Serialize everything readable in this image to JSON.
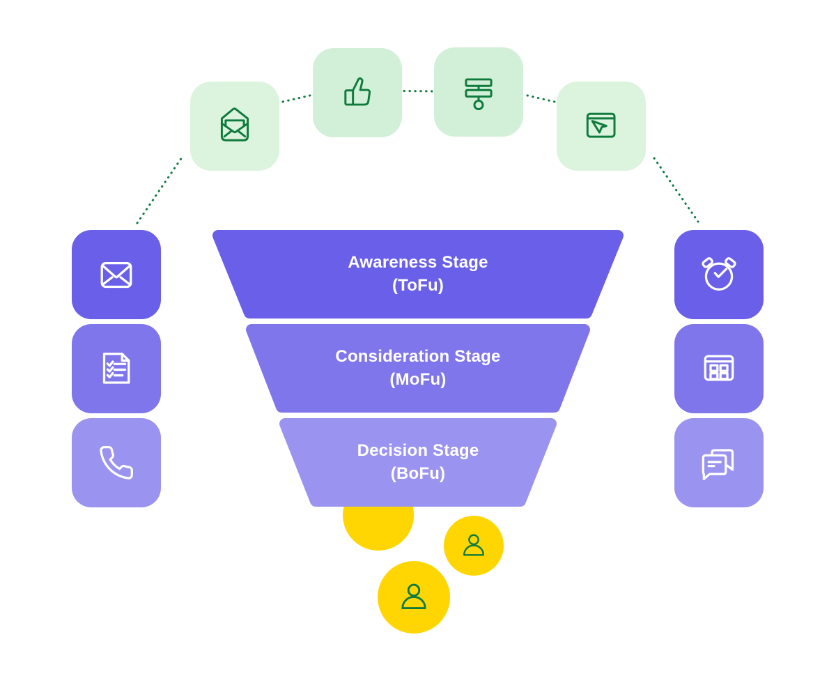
{
  "palette": {
    "green_dark": "#0E7B3C",
    "green_bg_outer": "#DCF3DE",
    "green_bg_inner": "#D2EFD7",
    "purple_dark": "#6A5FE8",
    "purple_mid": "#7F76EC",
    "purple_light": "#9A93F0",
    "yellow": "#FFD602",
    "text_white": "#FFFFFF"
  },
  "funnel": {
    "stages": [
      {
        "title": "Awareness Stage",
        "subtitle": "(ToFu)",
        "color": "#6A5FE8"
      },
      {
        "title": "Consideration Stage",
        "subtitle": "(MoFu)",
        "color": "#7F76EC"
      },
      {
        "title": "Decision Stage",
        "subtitle": "(BoFu)",
        "color": "#9A93F0"
      }
    ]
  },
  "top_channel_icons": [
    {
      "name": "open-email-icon"
    },
    {
      "name": "thumbs-up-icon"
    },
    {
      "name": "workflow-icon"
    },
    {
      "name": "browser-click-icon"
    }
  ],
  "left_channel_icons": [
    {
      "name": "email-envelope-icon"
    },
    {
      "name": "checklist-document-icon"
    },
    {
      "name": "phone-icon"
    }
  ],
  "right_channel_icons": [
    {
      "name": "alarm-clock-icon"
    },
    {
      "name": "calendar-grid-icon"
    },
    {
      "name": "chat-bubbles-icon"
    }
  ],
  "leads": [
    {
      "name": "lead-circle-plain"
    },
    {
      "name": "lead-circle-person-small"
    },
    {
      "name": "lead-circle-person-large"
    }
  ]
}
